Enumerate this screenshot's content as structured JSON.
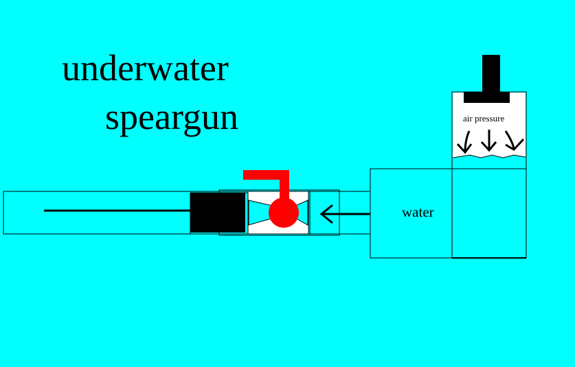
{
  "title": {
    "line1": "underwater",
    "line2": "speargun"
  },
  "labels": {
    "water": "water",
    "air_pressure": "air pressure"
  },
  "colors": {
    "background": "#00ffff",
    "outline": "#000000",
    "valve": "#ff0000",
    "piston": "#000000",
    "chamber_fill": "#ffffff"
  },
  "icons": {
    "flow_arrow": "left-arrow-icon",
    "pressure_arrows": "down-arrow-icon"
  }
}
